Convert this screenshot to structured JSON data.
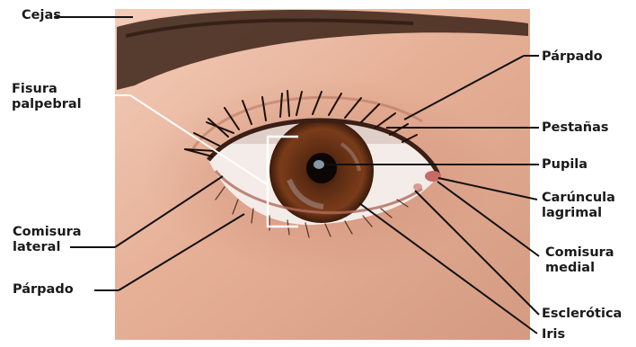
{
  "labels": {
    "cejas": "Cejas",
    "fisura": "Fisura\npalpebral",
    "comisura_lateral": "Comisura\nlateral",
    "parpado_left": "Párpado",
    "parpado_right": "Párpado",
    "pestanas": "Pestañas",
    "pupila": "Pupila",
    "caruncula": "Carúncula\nlagrimal",
    "comisura_medial": "Comisura\nmedial",
    "esclerotica": "Esclerótica",
    "iris": "Iris"
  },
  "colors": {
    "skin": "#e9b49b",
    "iris": "#6b3519",
    "sclera": "#f4ece8",
    "leader_dark": "#111111",
    "leader_white": "#ffffff"
  }
}
